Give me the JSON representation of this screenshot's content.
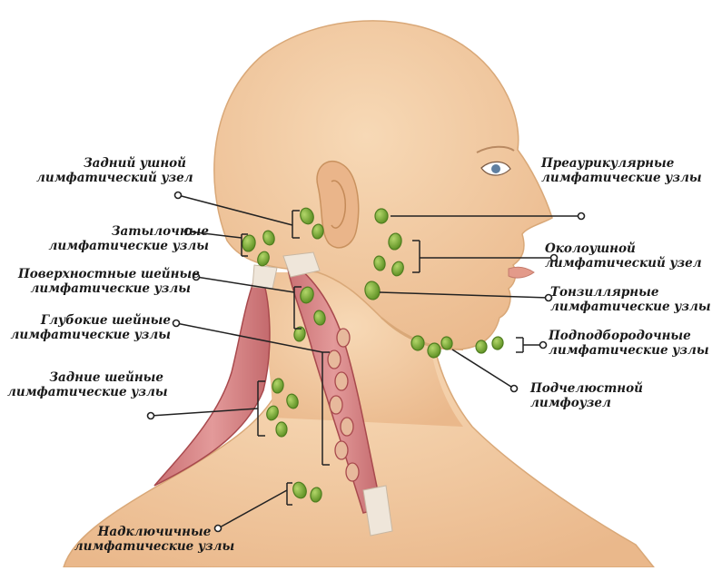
{
  "labels": {
    "posterior_auricular": {
      "line1": "Задний ушной",
      "line2": "лимфатический узел"
    },
    "occipital": {
      "line1": "Затылочные",
      "line2": "лимфатические узлы"
    },
    "superficial_cervical": {
      "line1": "Поверхностные шейные",
      "line2": "лимфатические узлы"
    },
    "deep_cervical": {
      "line1": "Глубокие шейные",
      "line2": "лимфатические узлы"
    },
    "posterior_cervical": {
      "line1": "Задние шейные",
      "line2": "лимфатические узлы"
    },
    "supraclavicular": {
      "line1": "Надключичные",
      "line2": "лимфатические узлы"
    },
    "preauricular": {
      "line1": "Преаурикулярные",
      "line2": "лимфатические узлы"
    },
    "parotid": {
      "line1": "Околоушной",
      "line2": "лимфатический узел"
    },
    "tonsillar": {
      "line1": "Тонзиллярные",
      "line2": "лимфатические узлы"
    },
    "submental": {
      "line1": "Подподбородочные",
      "line2": "лимфатические узлы"
    },
    "submandibular": {
      "line1": "Подчелюстной",
      "line2": "лимфоузел"
    }
  },
  "colors": {
    "skin": "#f3cea3",
    "skin_shadow": "#e2b184",
    "muscle": "#d98b8b",
    "muscle_dark": "#b85c5e",
    "tendon": "#efe6da",
    "node": "#7fb33b",
    "node_dark": "#4f7d1f",
    "line": "#222222"
  }
}
